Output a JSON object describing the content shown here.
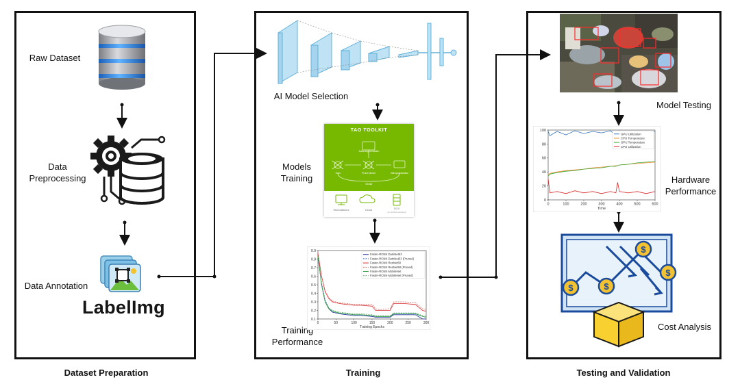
{
  "sections": {
    "dataset_preparation": {
      "caption": "Dataset Preparation",
      "steps": {
        "raw_dataset": "Raw Dataset",
        "data_preprocessing": [
          "Data",
          "Preprocessing"
        ],
        "data_annotation": "Data Annotation",
        "labelimg_logo": "LabelImg"
      }
    },
    "training": {
      "caption": "Training",
      "steps": {
        "model_selection": "AI Model Selection",
        "models_training": [
          "Models",
          "Training"
        ],
        "training_performance": [
          "Training",
          "Performance"
        ]
      },
      "tao_toolkit": {
        "title": "TAO TOOLKIT",
        "data_augmentation": "Data Augmentation",
        "train": "Train",
        "prune_model": "Prune Model",
        "int8_quantization": "Int8 Quantization",
        "iterate": "Iterate",
        "targets": [
          "Workstations",
          "Cloud",
          "DGX"
        ],
        "dgx_sub": "(or NVIDIA-certified)"
      }
    },
    "testing_validation": {
      "caption": "Testing and Validation",
      "steps": {
        "model_testing": "Model Testing",
        "hardware_performance": [
          "Hardware",
          "Performance"
        ],
        "cost_analysis": "Cost Analysis"
      }
    }
  },
  "colors": {
    "nn_layer": "#bfe3f5",
    "nn_stroke": "#5fb0d8",
    "nvidia_green": "#76b900",
    "db_blue": "#3a8fe0",
    "coin": "#f2c230",
    "box": "#f8d030"
  },
  "chart_data": [
    {
      "type": "line",
      "xlabel": "Training Epochs",
      "ylabel": "",
      "xlim": [
        0,
        300
      ],
      "ylim": [
        0.1,
        0.9
      ],
      "xticks": [
        0,
        50,
        100,
        150,
        200,
        250,
        300
      ],
      "yticks": [
        0.1,
        0.2,
        0.3,
        0.4,
        0.5,
        0.6,
        0.7,
        0.8,
        0.9
      ],
      "legend_position": "top-right",
      "x": [
        0,
        10,
        20,
        30,
        40,
        60,
        80,
        100,
        120,
        150,
        160,
        170,
        200,
        210,
        240,
        270,
        290,
        300
      ],
      "series": [
        {
          "name": "Faster-RCNN DarkNet53",
          "color": "#1f2f9c",
          "dash": "solid",
          "values": [
            0.85,
            0.5,
            0.3,
            0.22,
            0.18,
            0.16,
            0.15,
            0.14,
            0.14,
            0.13,
            0.12,
            0.12,
            0.12,
            0.15,
            0.15,
            0.15,
            0.1,
            0.1
          ]
        },
        {
          "name": "Faster-RCNN DarkNet53 (Pruned)",
          "color": "#2f5fd0",
          "dash": "dashed",
          "values": [
            0.82,
            0.52,
            0.32,
            0.23,
            0.19,
            0.17,
            0.16,
            0.15,
            0.15,
            0.14,
            0.13,
            0.13,
            0.13,
            0.17,
            0.17,
            0.17,
            0.13,
            0.12
          ]
        },
        {
          "name": "Faster-RCNN ResNet50",
          "color": "#d62828",
          "dash": "solid",
          "values": [
            0.87,
            0.6,
            0.42,
            0.34,
            0.3,
            0.28,
            0.27,
            0.26,
            0.26,
            0.25,
            0.2,
            0.2,
            0.2,
            0.28,
            0.28,
            0.27,
            0.2,
            0.19
          ]
        },
        {
          "name": "Faster-RCNN ResNet50 (Pruned)",
          "color": "#e06060",
          "dash": "dashed",
          "values": [
            0.86,
            0.6,
            0.43,
            0.35,
            0.31,
            0.29,
            0.28,
            0.27,
            0.27,
            0.27,
            0.22,
            0.21,
            0.22,
            0.3,
            0.3,
            0.29,
            0.22,
            0.21
          ]
        },
        {
          "name": "Faster-RCNN MobileNet",
          "color": "#2a9a3a",
          "dash": "solid",
          "values": [
            0.84,
            0.5,
            0.3,
            0.22,
            0.19,
            0.17,
            0.16,
            0.15,
            0.15,
            0.14,
            0.13,
            0.13,
            0.13,
            0.16,
            0.16,
            0.16,
            0.13,
            0.12
          ]
        },
        {
          "name": "Faster-RCNN MobileNet (Pruned)",
          "color": "#60b060",
          "dash": "dashed",
          "values": [
            0.83,
            0.5,
            0.31,
            0.23,
            0.2,
            0.18,
            0.17,
            0.16,
            0.16,
            0.15,
            0.14,
            0.14,
            0.14,
            0.17,
            0.17,
            0.17,
            0.14,
            0.13
          ]
        }
      ]
    },
    {
      "type": "line",
      "xlabel": "Time",
      "ylabel": "",
      "xlim": [
        0,
        600
      ],
      "ylim": [
        0,
        100
      ],
      "xticks": [
        0,
        100,
        200,
        300,
        400,
        500,
        600
      ],
      "yticks": [
        0,
        20,
        40,
        60,
        80,
        100
      ],
      "legend_position": "top-right",
      "x": [
        0,
        10,
        50,
        100,
        150,
        200,
        250,
        300,
        350,
        380,
        390,
        400,
        450,
        500,
        550,
        600
      ],
      "series": [
        {
          "name": "GPU Utilization",
          "color": "#2c6fb7",
          "values": [
            98,
            92,
            98,
            93,
            99,
            95,
            98,
            96,
            99,
            92,
            98,
            99,
            94,
            98,
            95,
            98
          ]
        },
        {
          "name": "CPU Temperature",
          "color": "#f08a2c",
          "values": [
            35,
            38,
            40,
            42,
            43,
            44,
            46,
            47,
            48,
            49,
            49,
            50,
            51,
            52,
            53,
            54
          ]
        },
        {
          "name": "GPU Temperature",
          "color": "#3aa83a",
          "values": [
            34,
            37,
            39,
            41,
            42,
            44,
            45,
            46,
            48,
            48,
            49,
            50,
            51,
            53,
            54,
            55
          ]
        },
        {
          "name": "CPU Utilization",
          "color": "#d62828",
          "values": [
            30,
            10,
            12,
            9,
            13,
            10,
            12,
            9,
            12,
            10,
            25,
            12,
            10,
            12,
            9,
            12
          ]
        }
      ]
    }
  ]
}
